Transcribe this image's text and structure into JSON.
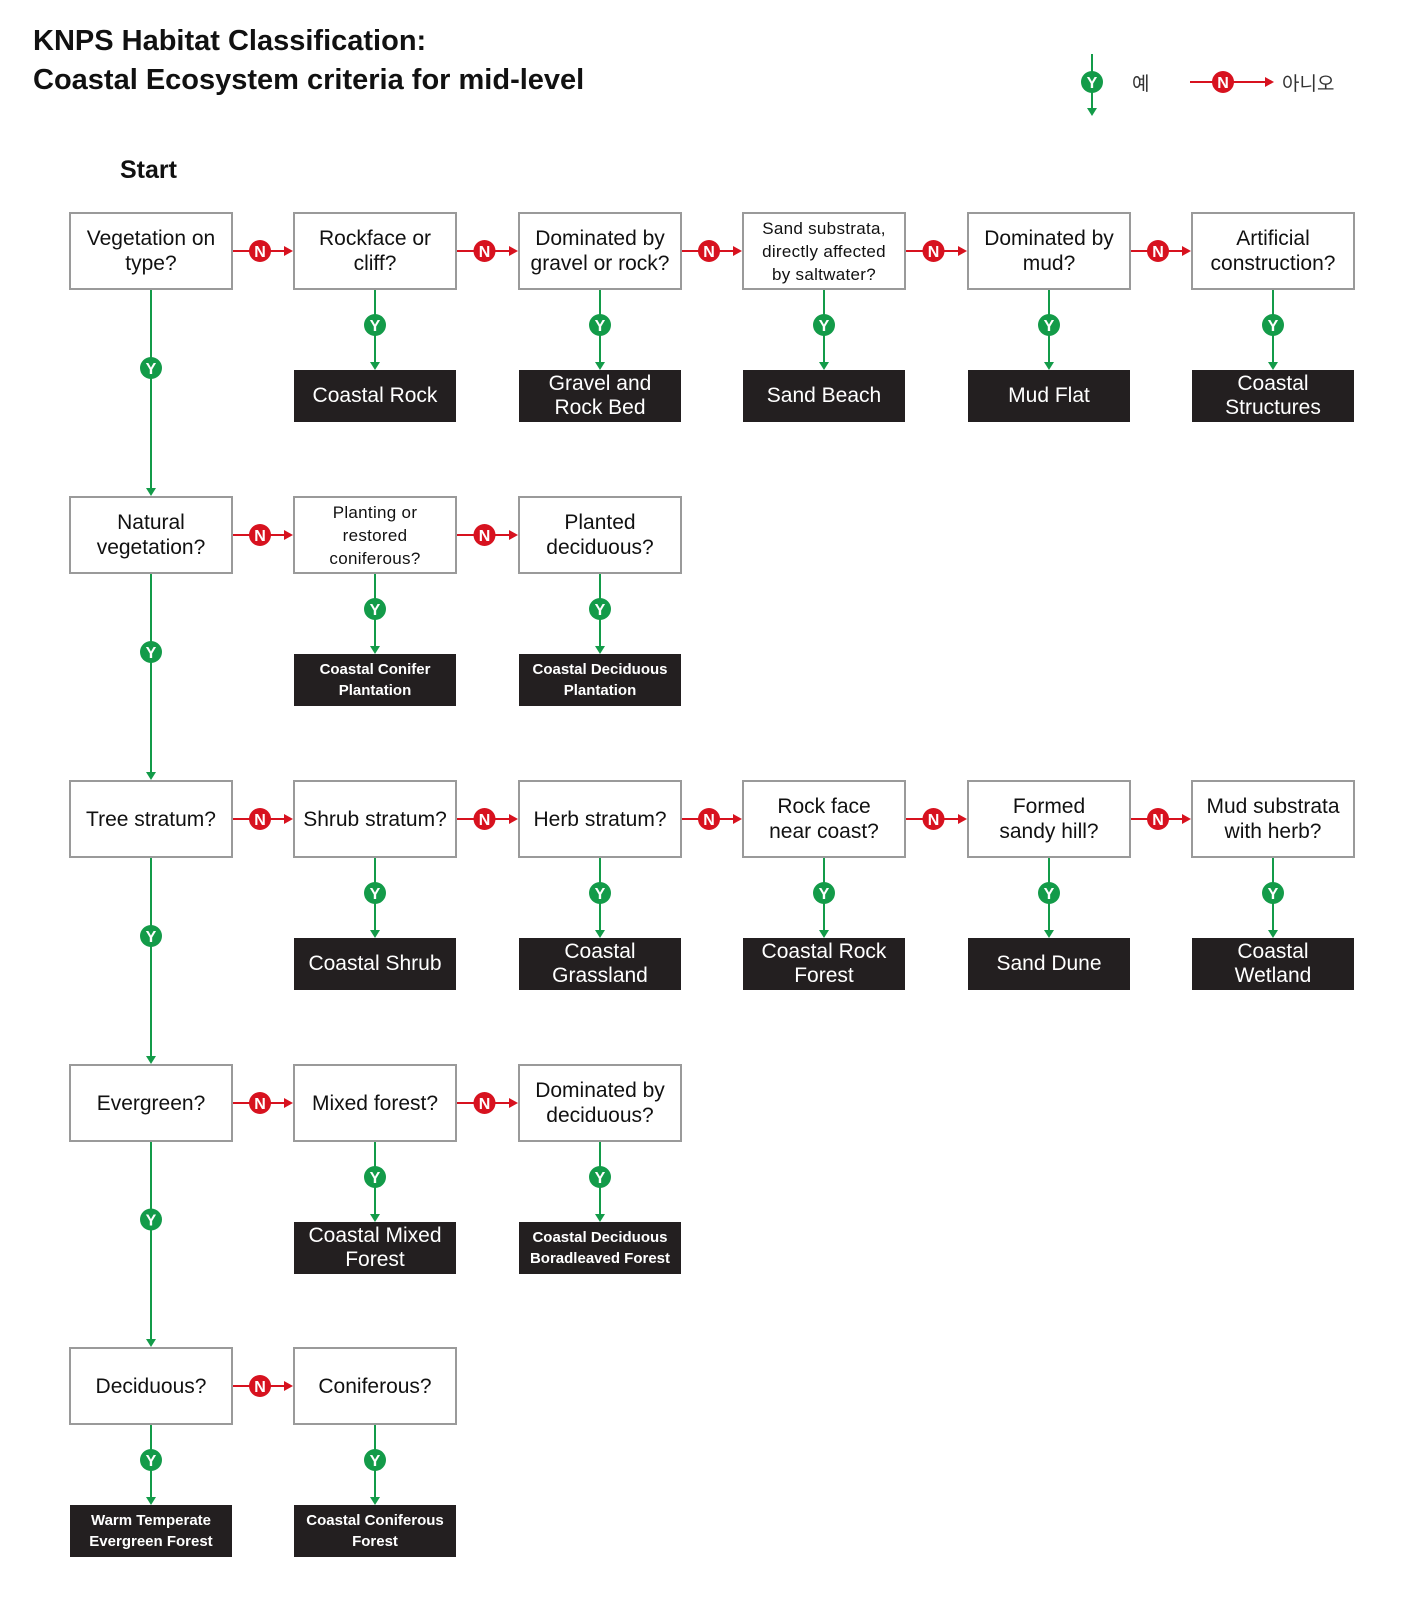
{
  "title": {
    "line1": "KNPS Habitat Classification:",
    "line2": "Coastal Ecosystem criteria for mid-level"
  },
  "start_label": "Start",
  "legend": {
    "yes_symbol": "Y",
    "yes_label": "예",
    "no_symbol": "N",
    "no_label": "아니오"
  },
  "colors": {
    "yes_green": "#139b49",
    "no_red": "#d7121f",
    "result_fill": "#231f20",
    "question_border": "#9a9a9a"
  },
  "rows": [
    {
      "questions": [
        {
          "text": "Vegetation on\ntype?",
          "result": null
        },
        {
          "text": "Rockface or\ncliff?",
          "result": "Coastal Rock"
        },
        {
          "text": "Dominated by\ngravel or rock?",
          "result": "Gravel and\nRock Bed"
        },
        {
          "text": "Sand substrata,\ndirectly affected\nby saltwater?",
          "result": "Sand Beach",
          "small": true
        },
        {
          "text": "Dominated by\nmud?",
          "result": "Mud Flat"
        },
        {
          "text": "Artificial\nconstruction?",
          "result": "Coastal\nStructures"
        }
      ]
    },
    {
      "questions": [
        {
          "text": "Natural\nvegetation?",
          "result": null
        },
        {
          "text": "Planting or\nrestored\nconiferous?",
          "result": "Coastal Conifer\nPlantation",
          "small": true,
          "result_small": true
        },
        {
          "text": "Planted\ndeciduous?",
          "result": "Coastal Deciduous\nPlantation",
          "result_small": true
        }
      ]
    },
    {
      "questions": [
        {
          "text": "Tree stratum?",
          "result": null
        },
        {
          "text": "Shrub stratum?",
          "result": "Coastal Shrub"
        },
        {
          "text": "Herb stratum?",
          "result": "Coastal\nGrassland"
        },
        {
          "text": "Rock face\nnear coast?",
          "result": "Coastal Rock\nForest"
        },
        {
          "text": "Formed\nsandy hill?",
          "result": "Sand Dune"
        },
        {
          "text": "Mud substrata\nwith herb?",
          "result": "Coastal\nWetland"
        }
      ]
    },
    {
      "questions": [
        {
          "text": "Evergreen?",
          "result": null
        },
        {
          "text": "Mixed forest?",
          "result": "Coastal Mixed\nForest"
        },
        {
          "text": "Dominated by\ndeciduous?",
          "result": "Coastal Deciduous\nBoradleaved Forest",
          "result_small": true
        }
      ]
    },
    {
      "questions": [
        {
          "text": "Deciduous?",
          "result": "Warm Temperate\nEvergreen Forest",
          "result_small": true
        },
        {
          "text": "Coniferous?",
          "result": "Coastal Coniferous\nForest",
          "result_small": true
        }
      ]
    }
  ]
}
